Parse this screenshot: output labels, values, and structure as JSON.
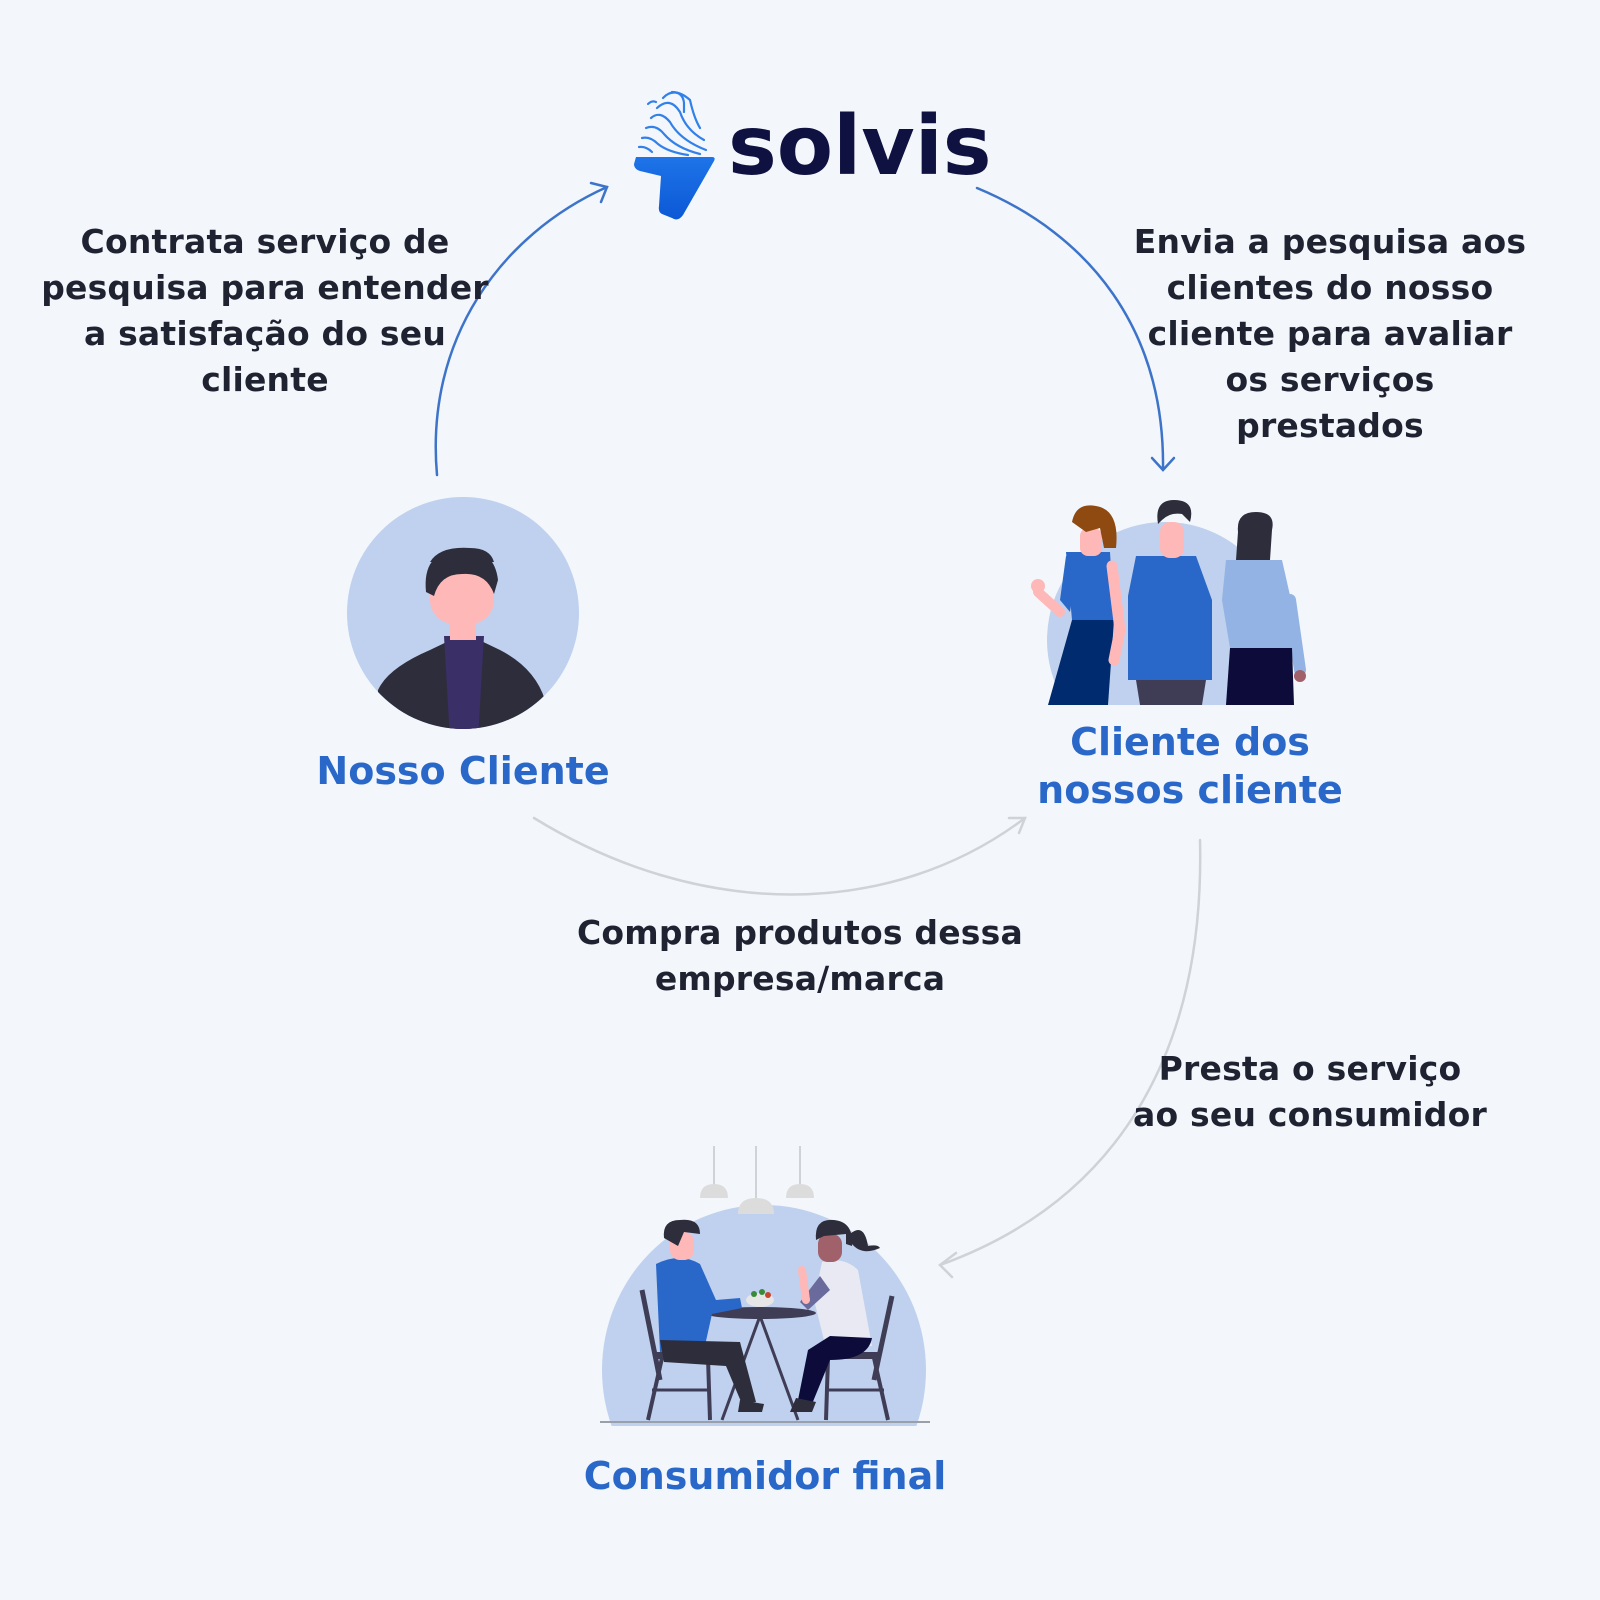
{
  "brand": {
    "name": "solvis",
    "color": "#0f1140",
    "accent": "#1e74e8"
  },
  "nodes": {
    "nosso_cliente": {
      "title": "Nosso Cliente"
    },
    "clientes_do_cliente": {
      "title": "Cliente dos\nnossos cliente"
    },
    "consumidor_final": {
      "title": "Consumidor final"
    }
  },
  "edges": {
    "contrata": {
      "label": "Contrata serviço de\npesquisa para entender\na satisfação do seu\ncliente"
    },
    "envia": {
      "label": "Envia a pesquisa aos\nclientes do nosso\ncliente para avaliar\nos serviços\nprestados"
    },
    "compra": {
      "label": "Compra produtos dessa\nempresa/marca"
    },
    "presta": {
      "label": "Presta o serviço\nao seu consumidor"
    }
  },
  "colors": {
    "title": "#2967c8",
    "text": "#1f2230",
    "arrow_blue": "#3d74c9",
    "arrow_gray": "#cfd2d6",
    "circle": "#bfd1ee"
  },
  "icons": [
    "solvis-logo-icon",
    "businessman-avatar-icon",
    "group-of-people-icon",
    "couple-at-cafe-icon"
  ]
}
